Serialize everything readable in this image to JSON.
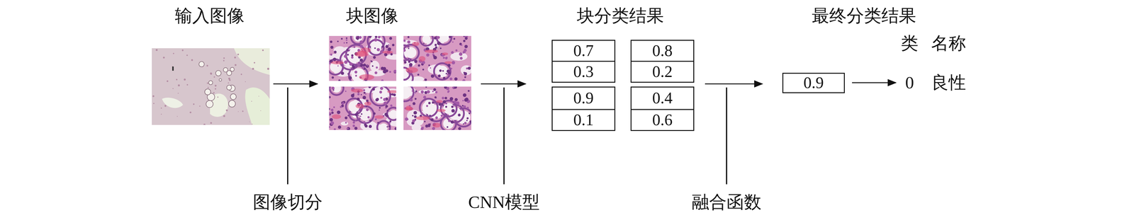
{
  "diagram": {
    "nodes": [
      {
        "text": [
          "0.7"
        ]
      },
      {
        "text": [
          "0.8"
        ]
      },
      {
        "text": [
          "0.3"
        ]
      },
      {
        "text": [
          "0.2"
        ]
      },
      {
        "text": [
          "0.9"
        ]
      },
      {
        "text": [
          "0.4"
        ]
      },
      {
        "text": [
          "0.1"
        ]
      },
      {
        "text": [
          "0.6"
        ]
      },
      {
        "text": [
          "0.9"
        ]
      }
    ],
    "labels": [
      "输入图像",
      "块图像",
      "块分类结果",
      "最终分类结果",
      "类",
      "名称",
      "0",
      "良性",
      "图像切分",
      "CNN模型",
      "融合函数"
    ]
  }
}
